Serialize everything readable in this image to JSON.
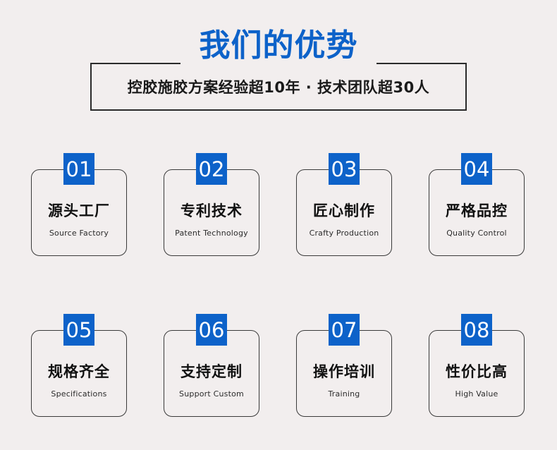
{
  "page": {
    "background_color": "#f2eeee",
    "accent_color": "#0d62c9",
    "text_color": "#111111",
    "border_color": "#3a3a3a"
  },
  "header": {
    "title": "我们的优势",
    "subtitle": "控胶施胶方案经验超10年 · 技术团队超30人"
  },
  "cards": [
    {
      "number": "01",
      "title_cn": "源头工厂",
      "title_en": "Source Factory"
    },
    {
      "number": "02",
      "title_cn": "专利技术",
      "title_en": "Patent Technology"
    },
    {
      "number": "03",
      "title_cn": "匠心制作",
      "title_en": "Crafty Production"
    },
    {
      "number": "04",
      "title_cn": "严格品控",
      "title_en": "Quality Control"
    },
    {
      "number": "05",
      "title_cn": "规格齐全",
      "title_en": "Specifications"
    },
    {
      "number": "06",
      "title_cn": "支持定制",
      "title_en": "Support Custom"
    },
    {
      "number": "07",
      "title_cn": "操作培训",
      "title_en": "Training"
    },
    {
      "number": "08",
      "title_cn": "性价比高",
      "title_en": "High Value"
    }
  ]
}
